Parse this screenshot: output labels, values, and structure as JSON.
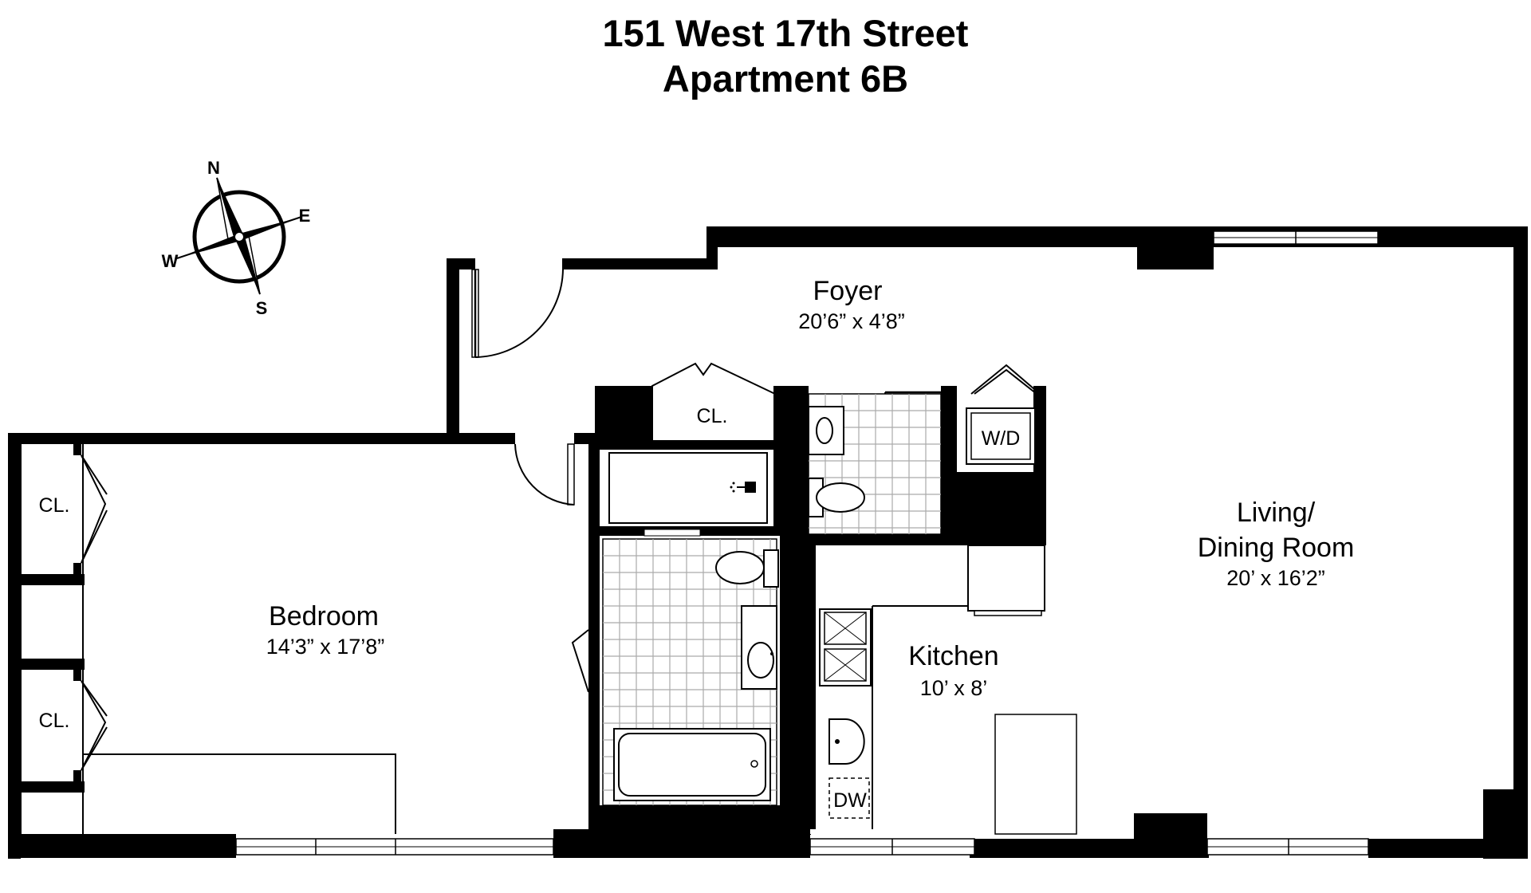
{
  "title": {
    "line1": "151 West 17th Street",
    "line2": "Apartment 6B"
  },
  "compass": {
    "north": "N",
    "south": "S",
    "east": "E",
    "west": "W"
  },
  "rooms": {
    "foyer": {
      "name": "Foyer",
      "dims": "20’6” x 4’8”"
    },
    "bedroom": {
      "name": "Bedroom",
      "dims": "14’3” x 17’8”"
    },
    "kitchen": {
      "name": "Kitchen",
      "dims": "10’ x 8’"
    },
    "living": {
      "name_line1": "Living/",
      "name_line2": "Dining Room",
      "dims": "20’ x 16’2”"
    }
  },
  "labels": {
    "closet_foyer": "CL.",
    "closet_bed_1": "CL.",
    "closet_bed_2": "CL.",
    "washer_dryer": "W/D",
    "dishwasher": "DW"
  }
}
